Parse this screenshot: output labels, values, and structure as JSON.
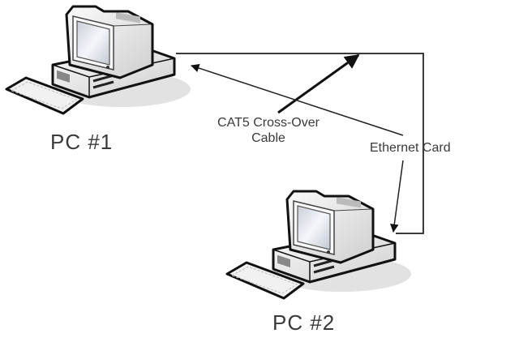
{
  "diagram": {
    "nodes": [
      {
        "id": "pc1",
        "label": "PC #1"
      },
      {
        "id": "pc2",
        "label": "PC #2"
      }
    ],
    "annotations": {
      "cable_line1": "CAT5 Cross-Over",
      "cable_line2": "Cable",
      "ethernet_card": "Ethernet Card"
    },
    "colors": {
      "line": "#3a3a3a",
      "outline": "#111111",
      "body": "#f2f2f2",
      "screen": "#d8dde6",
      "shadow": "#d9d9d9"
    }
  }
}
